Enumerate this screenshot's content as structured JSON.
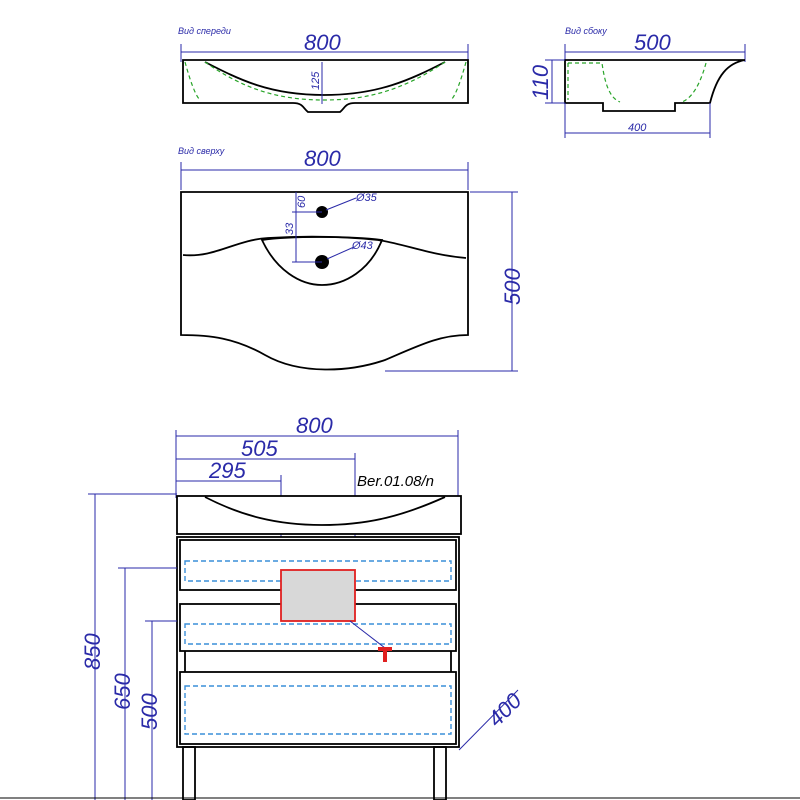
{
  "views": {
    "front": {
      "label": "Вид спереди",
      "width": "800",
      "depth": "125"
    },
    "side": {
      "label": "Вид сбоку",
      "width": "500",
      "height": "110",
      "base": "400"
    },
    "top": {
      "label": "Вид сверху",
      "width": "800",
      "depth": "500",
      "tap_hole": "Ø35",
      "drain_hole": "Ø43",
      "offset_60": "60",
      "offset_33": "33"
    },
    "cabinet": {
      "width": "800",
      "offset_505": "505",
      "offset_295": "295",
      "code": "Ber.01.08/n",
      "height_850": "850",
      "height_650": "650",
      "height_500": "500",
      "depth": "400"
    }
  },
  "colors": {
    "dimension": "#2a2aa8",
    "outline": "#000000",
    "hidden_line": "#2aa52a",
    "drawer_dash": "#3a8fd9",
    "service_zone": "#e02020",
    "service_fill": "#d8d8d8"
  }
}
